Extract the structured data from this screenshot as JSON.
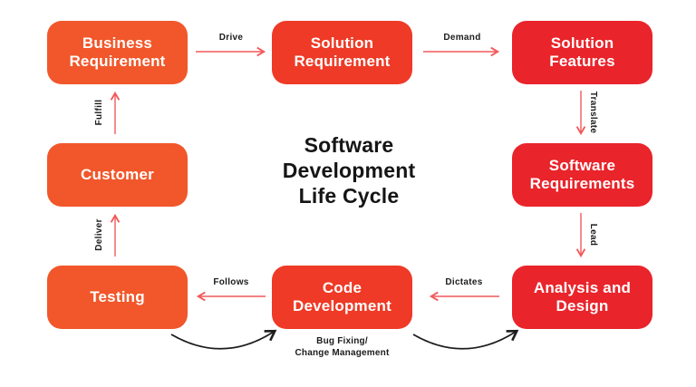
{
  "diagram": {
    "title": "Software\nDevelopment\nLife Cycle",
    "nodes": [
      {
        "id": "business-requirement",
        "label": "Business\nRequirement",
        "color": "#f1572a"
      },
      {
        "id": "solution-requirement",
        "label": "Solution\nRequirement",
        "color": "#ee3a26"
      },
      {
        "id": "solution-features",
        "label": "Solution\nFeatures",
        "color": "#e9242b"
      },
      {
        "id": "customer",
        "label": "Customer",
        "color": "#f1572a"
      },
      {
        "id": "software-requirements",
        "label": "Software\nRequirements",
        "color": "#e9242b"
      },
      {
        "id": "testing",
        "label": "Testing",
        "color": "#f1572a"
      },
      {
        "id": "code-development",
        "label": "Code\nDevelopment",
        "color": "#ee3a26"
      },
      {
        "id": "analysis-and-design",
        "label": "Analysis and\nDesign",
        "color": "#e9242b"
      }
    ],
    "edges": {
      "drive": "Drive",
      "demand": "Demand",
      "translate": "Translate",
      "lead": "Lead",
      "dictates": "Dictates",
      "follows": "Follows",
      "deliver": "Deliver",
      "fulfill": "Fulfill",
      "feedback": "Bug Fixing/\nChange Management"
    },
    "colors": {
      "straight_arrow": "#f2595b",
      "curved_arrow": "#1c1c1c",
      "title_text": "#151515",
      "label_text": "#1c1c1c",
      "node_text": "#ffffff",
      "background": "#ffffff"
    }
  }
}
